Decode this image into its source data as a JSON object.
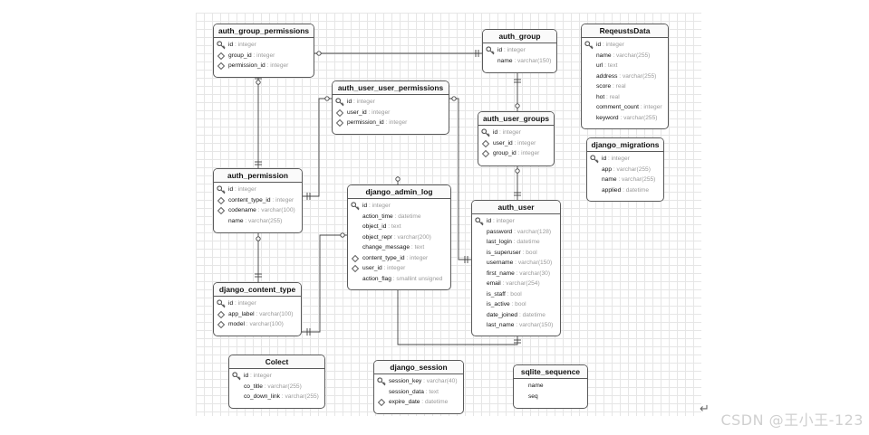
{
  "tables": [
    {
      "id": "auth_group_permissions",
      "name": "auth_group_permissions",
      "columns": [
        {
          "name": "id",
          "type": "integer",
          "key": "pk"
        },
        {
          "name": "group_id",
          "type": "integer",
          "key": "fk"
        },
        {
          "name": "permission_id",
          "type": "integer",
          "key": "fk"
        }
      ]
    },
    {
      "id": "auth_group",
      "name": "auth_group",
      "columns": [
        {
          "name": "id",
          "type": "integer",
          "key": "pk"
        },
        {
          "name": "name",
          "type": "varchar(150)",
          "key": ""
        }
      ]
    },
    {
      "id": "ReqeustsData",
      "name": "ReqeustsData",
      "columns": [
        {
          "name": "id",
          "type": "integer",
          "key": "pk"
        },
        {
          "name": "name",
          "type": "varchar(255)",
          "key": ""
        },
        {
          "name": "url",
          "type": "text",
          "key": ""
        },
        {
          "name": "address",
          "type": "varchar(255)",
          "key": ""
        },
        {
          "name": "score",
          "type": "real",
          "key": ""
        },
        {
          "name": "hot",
          "type": "real",
          "key": ""
        },
        {
          "name": "comment_count",
          "type": "integer",
          "key": ""
        },
        {
          "name": "keyword",
          "type": "varchar(255)",
          "key": ""
        }
      ]
    },
    {
      "id": "auth_user_user_permissions",
      "name": "auth_user_user_permissions",
      "columns": [
        {
          "name": "id",
          "type": "integer",
          "key": "pk"
        },
        {
          "name": "user_id",
          "type": "integer",
          "key": "fk"
        },
        {
          "name": "permission_id",
          "type": "integer",
          "key": "fk"
        }
      ]
    },
    {
      "id": "auth_user_groups",
      "name": "auth_user_groups",
      "columns": [
        {
          "name": "id",
          "type": "integer",
          "key": "pk"
        },
        {
          "name": "user_id",
          "type": "integer",
          "key": "fk"
        },
        {
          "name": "group_id",
          "type": "integer",
          "key": "fk"
        }
      ]
    },
    {
      "id": "django_migrations",
      "name": "django_migrations",
      "columns": [
        {
          "name": "id",
          "type": "integer",
          "key": "pk"
        },
        {
          "name": "app",
          "type": "varchar(255)",
          "key": ""
        },
        {
          "name": "name",
          "type": "varchar(255)",
          "key": ""
        },
        {
          "name": "applied",
          "type": "datetime",
          "key": ""
        }
      ]
    },
    {
      "id": "auth_permission",
      "name": "auth_permission",
      "columns": [
        {
          "name": "id",
          "type": "integer",
          "key": "pk"
        },
        {
          "name": "content_type_id",
          "type": "integer",
          "key": "fk"
        },
        {
          "name": "codename",
          "type": "varchar(100)",
          "key": "fk"
        },
        {
          "name": "name",
          "type": "varchar(255)",
          "key": ""
        }
      ]
    },
    {
      "id": "django_admin_log",
      "name": "django_admin_log",
      "columns": [
        {
          "name": "id",
          "type": "integer",
          "key": "pk"
        },
        {
          "name": "action_time",
          "type": "datetime",
          "key": ""
        },
        {
          "name": "object_id",
          "type": "text",
          "key": ""
        },
        {
          "name": "object_repr",
          "type": "varchar(200)",
          "key": ""
        },
        {
          "name": "change_message",
          "type": "text",
          "key": ""
        },
        {
          "name": "content_type_id",
          "type": "integer",
          "key": "fk"
        },
        {
          "name": "user_id",
          "type": "integer",
          "key": "fk"
        },
        {
          "name": "action_flag",
          "type": "smallint unsigned",
          "key": ""
        }
      ]
    },
    {
      "id": "auth_user",
      "name": "auth_user",
      "columns": [
        {
          "name": "id",
          "type": "integer",
          "key": "pk"
        },
        {
          "name": "password",
          "type": "varchar(128)",
          "key": ""
        },
        {
          "name": "last_login",
          "type": "datetime",
          "key": ""
        },
        {
          "name": "is_superuser",
          "type": "bool",
          "key": ""
        },
        {
          "name": "username",
          "type": "varchar(150)",
          "key": ""
        },
        {
          "name": "first_name",
          "type": "varchar(30)",
          "key": ""
        },
        {
          "name": "email",
          "type": "varchar(254)",
          "key": ""
        },
        {
          "name": "is_staff",
          "type": "bool",
          "key": ""
        },
        {
          "name": "is_active",
          "type": "bool",
          "key": ""
        },
        {
          "name": "date_joined",
          "type": "datetime",
          "key": ""
        },
        {
          "name": "last_name",
          "type": "varchar(150)",
          "key": ""
        }
      ]
    },
    {
      "id": "django_content_type",
      "name": "django_content_type",
      "columns": [
        {
          "name": "id",
          "type": "integer",
          "key": "pk"
        },
        {
          "name": "app_label",
          "type": "varchar(100)",
          "key": "fk"
        },
        {
          "name": "model",
          "type": "varchar(100)",
          "key": "fk"
        }
      ]
    },
    {
      "id": "Colect",
      "name": "Colect",
      "columns": [
        {
          "name": "id",
          "type": "integer",
          "key": "pk"
        },
        {
          "name": "co_title",
          "type": "varchar(255)",
          "key": ""
        },
        {
          "name": "co_down_link",
          "type": "varchar(255)",
          "key": ""
        }
      ]
    },
    {
      "id": "django_session",
      "name": "django_session",
      "columns": [
        {
          "name": "session_key",
          "type": "varchar(40)",
          "key": "pk"
        },
        {
          "name": "session_data",
          "type": "text",
          "key": ""
        },
        {
          "name": "expire_date",
          "type": "datetime",
          "key": "fk"
        }
      ]
    },
    {
      "id": "sqlite_sequence",
      "name": "sqlite_sequence",
      "columns": [
        {
          "name": "name",
          "type": "",
          "key": ""
        },
        {
          "name": "seq",
          "type": "",
          "key": ""
        }
      ]
    }
  ],
  "watermark": "CSDN @王小王-123",
  "return_glyph": "↵"
}
